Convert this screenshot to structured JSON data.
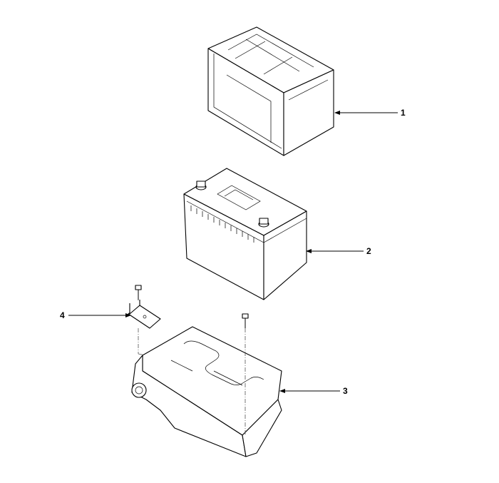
{
  "callouts": [
    {
      "number": "1",
      "part": "battery-cover"
    },
    {
      "number": "2",
      "part": "battery"
    },
    {
      "number": "3",
      "part": "battery-tray"
    },
    {
      "number": "4",
      "part": "battery-clamp"
    }
  ]
}
